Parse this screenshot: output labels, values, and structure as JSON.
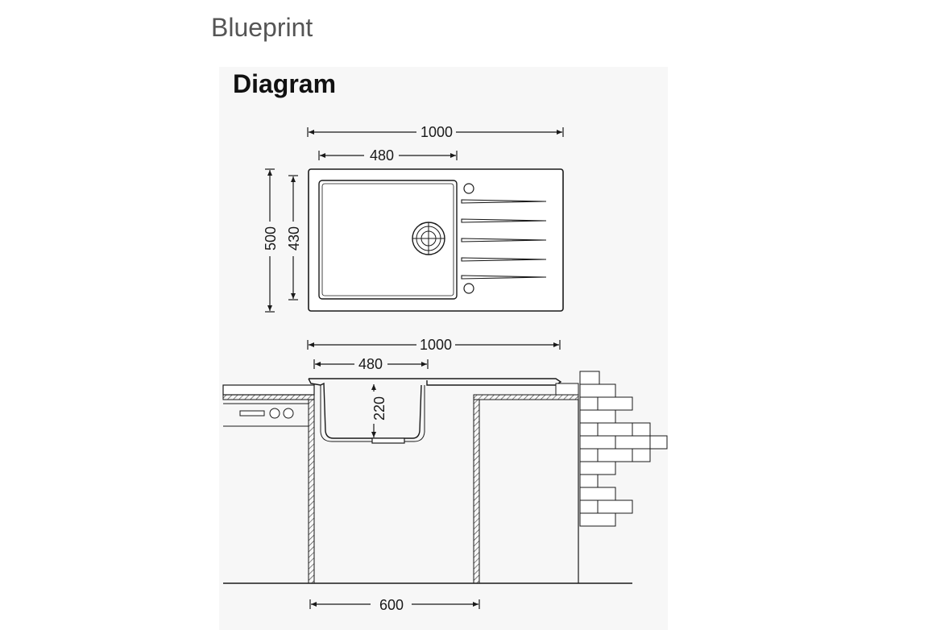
{
  "page": {
    "title": "Blueprint"
  },
  "diagram": {
    "heading": "Diagram",
    "top_view": {
      "width_total": "1000",
      "width_bowl": "480",
      "height_total": "500",
      "height_bowl": "430"
    },
    "side_view": {
      "width_total": "1000",
      "width_bowl": "480",
      "depth_bowl": "220",
      "cabinet_width": "600"
    }
  }
}
